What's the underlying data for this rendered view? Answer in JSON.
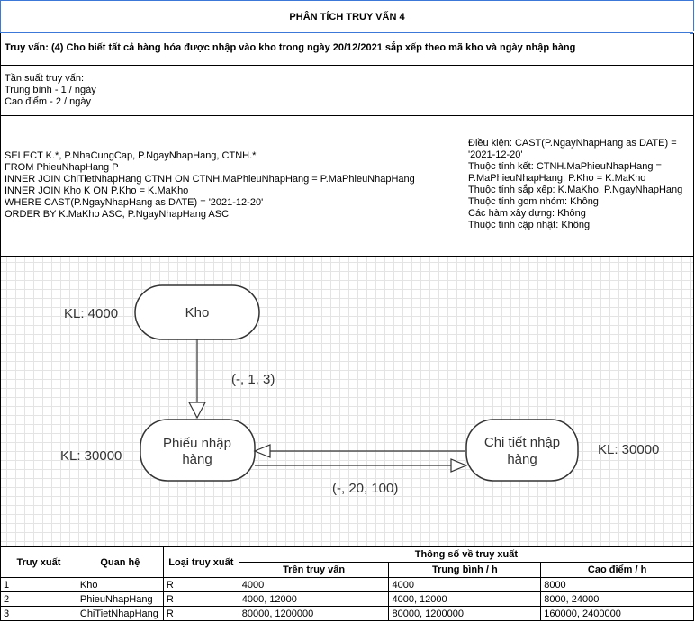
{
  "title": "PHÂN TÍCH TRUY VẤN 4",
  "query": "Truy vấn: (4) Cho biết tất cả hàng hóa được nhập vào kho trong ngày 20/12/2021 sắp xếp theo mã kho và ngày nhập hàng",
  "frequency": {
    "heading": "Tần suất truy vấn:",
    "average": "Trung bình - 1 / ngày",
    "peak": "Cao điểm - 2 / ngày"
  },
  "sql": [
    "SELECT K.*, P.NhaCungCap, P.NgayNhapHang, CTNH.*",
    "FROM PhieuNhapHang P",
    "INNER JOIN ChiTietNhapHang CTNH ON CTNH.MaPhieuNhapHang = P.MaPhieuNhapHang",
    "INNER JOIN Kho K ON P.Kho = K.MaKho",
    "WHERE CAST(P.NgayNhapHang as DATE) = '2021-12-20'",
    "ORDER BY K.MaKho ASC, P.NgayNhapHang ASC"
  ],
  "conditions": [
    "Điều kiện: CAST(P.NgayNhapHang as DATE) =",
    "'2021-12-20'",
    "Thuộc tính kết: CTNH.MaPhieuNhapHang =",
    "P.MaPhieuNhapHang, P.Kho = K.MaKho",
    "Thuộc tính sắp xếp: K.MaKho, P.NgayNhapHang",
    "Thuộc tính gom nhóm: Không",
    "Các hàm xây dựng: Không",
    "Thuộc tính cập nhật: Không"
  ],
  "diagram": {
    "kho_node": "Kho",
    "kho_kl": "KL: 4000",
    "phieu_node_line1": "Phiếu nhập",
    "phieu_node_line2": "hàng",
    "phieu_kl": "KL: 30000",
    "chitiet_node_line1": "Chi tiết nhập",
    "chitiet_node_line2": "hàng",
    "chitiet_kl": "KL: 30000",
    "edge_kho_phieu": "(-, 1, 3)",
    "edge_phieu_chitiet": "(-, 20, 100)"
  },
  "table": {
    "headers": {
      "access": "Truy xuất",
      "relation": "Quan hệ",
      "type": "Loại truy xuất",
      "params": "Thông số về truy xuất",
      "per_query": "Trên truy vấn",
      "avg": "Trung bình / h",
      "peak": "Cao điểm / h"
    },
    "rows": [
      {
        "idx": "1",
        "relation": "Kho",
        "type": "R",
        "per_query": "4000",
        "avg": "4000",
        "peak": "8000"
      },
      {
        "idx": "2",
        "relation": "PhieuNhapHang",
        "type": "R",
        "per_query": "4000, 12000",
        "avg": "4000, 12000",
        "peak": "8000, 24000"
      },
      {
        "idx": "3",
        "relation": "ChiTietNhapHang",
        "type": "R",
        "per_query": "80000, 1200000",
        "avg": "80000, 1200000",
        "peak": "160000, 2400000"
      }
    ]
  }
}
